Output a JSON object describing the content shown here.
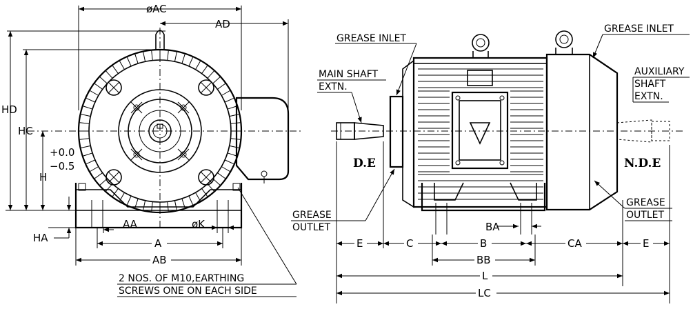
{
  "front_view": {
    "dims": {
      "ac": "øAC",
      "ad": "AD",
      "hd": "HD",
      "hc": "HC",
      "tol_plus": "+0.0",
      "tol_minus": "−0.5",
      "h": "H",
      "ha": "HA",
      "aa": "AA",
      "k": "øK",
      "a": "A",
      "ab": "AB"
    },
    "note_line1": "2  NOS.  OF  M10,EARTHING",
    "note_line2": "SCREWS  ONE  ON  EACH  SIDE"
  },
  "side_view": {
    "grease_inlet_left": "GREASE  INLET",
    "grease_inlet_right": "GREASE  INLET",
    "main_shaft_1": "MAIN  SHAFT",
    "main_shaft_2": "EXTN.",
    "aux_1": "AUXILIARY",
    "aux_2": "SHAFT",
    "aux_3": "EXTN.",
    "de": "D.E",
    "nde": "N.D.E",
    "grease_outlet_left_1": "GREASE",
    "grease_outlet_left_2": "OUTLET",
    "grease_outlet_right_1": "GREASE",
    "grease_outlet_right_2": "OUTLET",
    "dims": {
      "e_left": "E",
      "c": "C",
      "b": "B",
      "ca": "CA",
      "e_right": "E",
      "ba": "BA",
      "bb": "BB",
      "l": "L",
      "lc": "LC"
    }
  }
}
